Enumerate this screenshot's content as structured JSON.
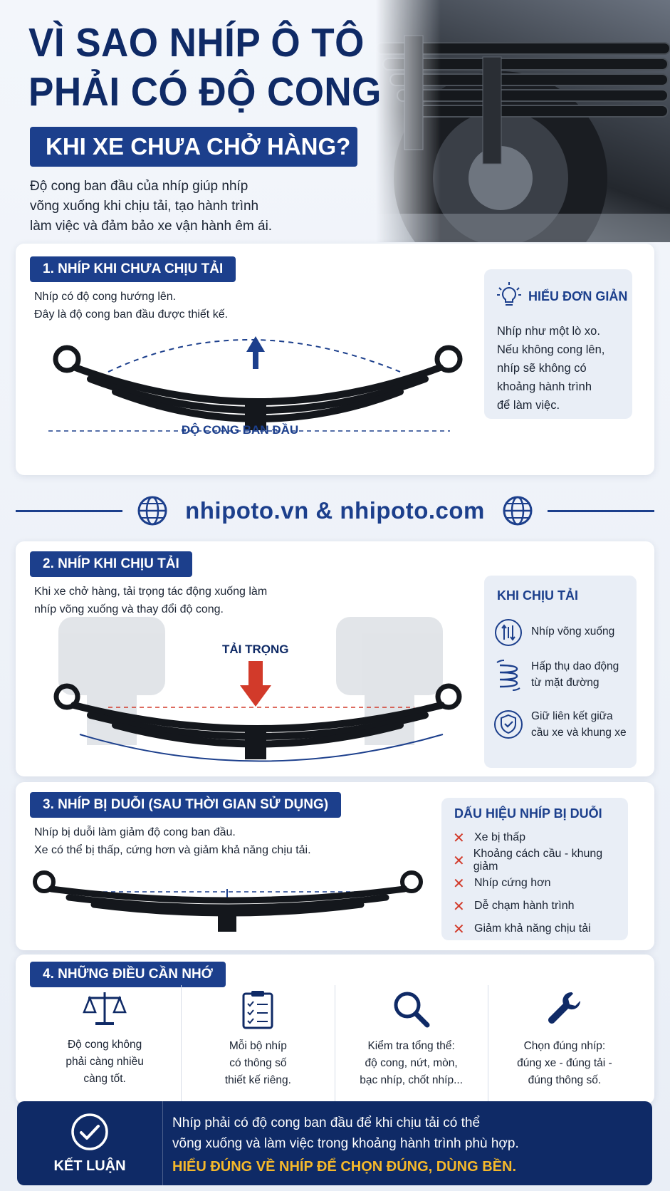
{
  "header": {
    "title_line1": "VÌ SAO NHÍP Ô TÔ",
    "title_line2": "PHẢI CÓ ĐỘ CONG",
    "subtitle": "KHI XE CHƯA CHỞ HÀNG?",
    "intro_lines": [
      "Độ cong ban đầu của nhíp giúp nhíp",
      "võng xuống khi chịu tải, tạo hành trình",
      "làm việc và đảm bảo xe vận hành êm ái."
    ]
  },
  "section1": {
    "label": "1. NHÍP KHI CHƯA CHỊU TẢI",
    "text_lines": [
      "Nhíp có độ cong hướng lên.",
      "Đây là độ cong ban đầu được thiết kế."
    ],
    "diagram_caption": "ĐỘ CONG BAN ĐẦU",
    "side_title": "HIỂU ĐƠN GIẢN",
    "side_lines": [
      "Nhíp như một lò xo.",
      "Nếu không cong lên,",
      "nhíp sẽ không có",
      "khoảng hành trình",
      "để làm việc."
    ]
  },
  "website": {
    "text": "nhipoto.vn & nhipoto.com"
  },
  "section2": {
    "label": "2. NHÍP KHI CHỊU TẢI",
    "text_lines": [
      "Khi xe chở hàng, tải trọng tác động xuống làm",
      "nhíp võng xuống và thay đổi độ cong."
    ],
    "load_label": "TẢI TRỌNG",
    "side_title": "KHI CHỊU TẢI",
    "side_items": [
      {
        "icon": "compress-arrows-icon",
        "lines": [
          "Nhíp võng xuống"
        ]
      },
      {
        "icon": "spring-icon",
        "lines": [
          "Hấp thụ dao động",
          "từ mặt đường"
        ]
      },
      {
        "icon": "shield-check-icon",
        "lines": [
          "Giữ liên kết giữa",
          "cầu xe và khung xe"
        ]
      }
    ]
  },
  "section3": {
    "label": "3. NHÍP BỊ DUỖI (SAU THỜI GIAN SỬ DỤNG)",
    "text_lines": [
      "Nhíp bị duỗi làm giảm độ cong ban đầu.",
      "Xe có thể bị thấp, cứng hơn và giảm khả năng chịu tải."
    ],
    "side_title": "DẤU HIỆU NHÍP BỊ DUỖI",
    "side_items": [
      "Xe bị thấp",
      "Khoảng cách cầu - khung giảm",
      "Nhíp cứng hơn",
      "Dễ chạm hành trình",
      "Giảm khả năng chịu tải"
    ]
  },
  "section4": {
    "label": "4. NHỮNG ĐIỀU CẦN NHỚ",
    "tips": [
      {
        "icon": "scale-icon",
        "text": "Độ cong không\nphải càng nhiều\ncàng tốt."
      },
      {
        "icon": "clipboard-checklist-icon",
        "text": "Mỗi bộ nhíp\ncó thông số\nthiết kế riêng."
      },
      {
        "icon": "magnifier-icon",
        "text": "Kiểm tra tổng thể:\nđộ cong, nứt, mòn,\nbạc nhíp, chốt nhíp..."
      },
      {
        "icon": "wrench-icon",
        "text": "Chọn đúng nhíp:\nđúng xe - đúng tải -\nđúng thông số."
      }
    ]
  },
  "conclusion": {
    "label": "KẾT LUẬN",
    "text_lines": [
      "Nhíp phải có độ cong ban đầu để khi chịu tải có thể",
      "võng xuống và làm việc trong khoảng hành trình phù hợp."
    ],
    "highlight": "HIỂU ĐÚNG VỀ NHÍP ĐỂ CHỌN ĐÚNG, DÙNG BỀN."
  },
  "colors": {
    "navy": "#0f2a66",
    "blue": "#1c3f8c",
    "red": "#d23a2a",
    "gold": "#f5b82a"
  }
}
